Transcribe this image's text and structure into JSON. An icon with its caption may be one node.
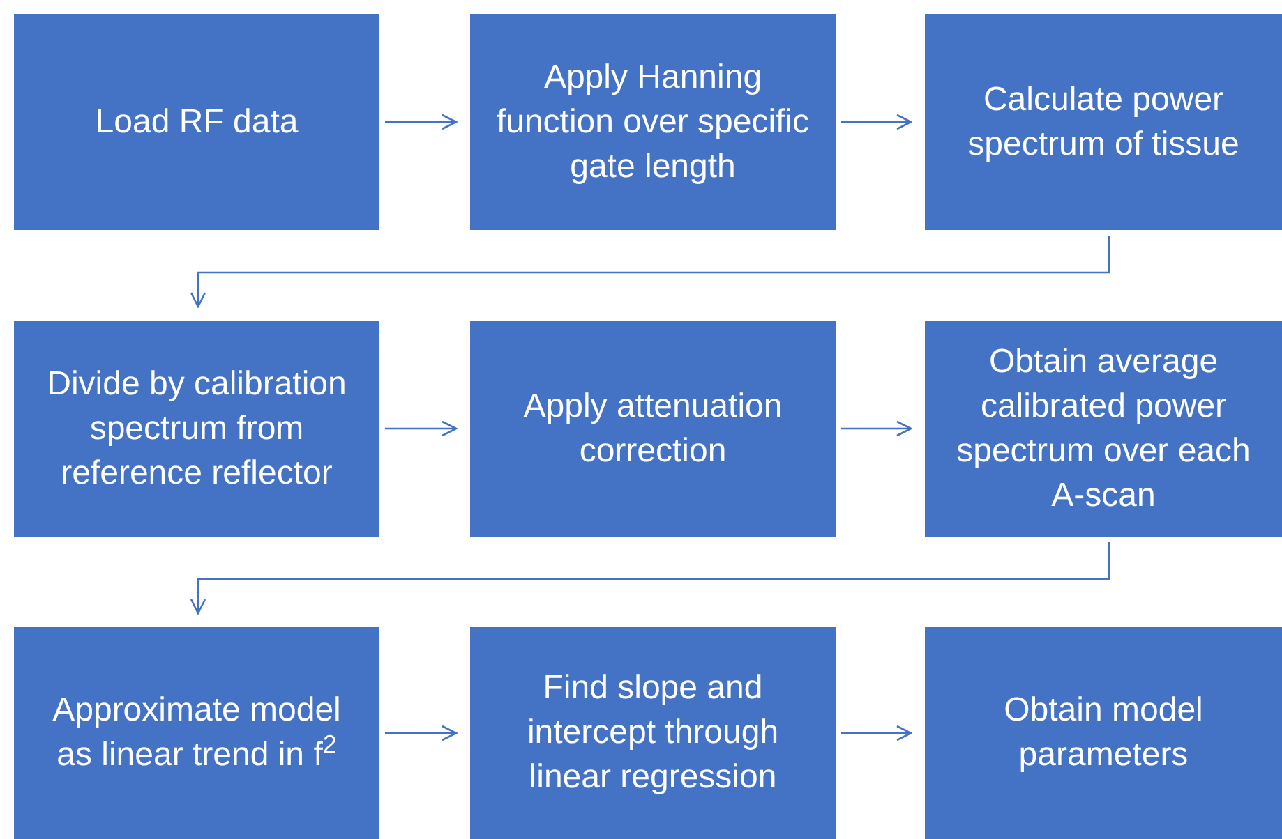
{
  "diagram": {
    "nodes": [
      {
        "text": [
          "Load RF data"
        ]
      },
      {
        "text": [
          "Apply Hanning function over specific gate length"
        ]
      },
      {
        "text": [
          "Calculate power spectrum of tissue"
        ]
      },
      {
        "text": [
          "Divide by calibration spectrum from reference reflector"
        ]
      },
      {
        "text": [
          "Apply attenuation correction"
        ]
      },
      {
        "text": [
          "Obtain average calibrated power spectrum over each A-scan"
        ]
      },
      {
        "text": [
          "Approximate model as linear trend in f$^{2}$"
        ]
      },
      {
        "text": [
          "Find slope and intercept through linear regression"
        ]
      },
      {
        "text": [
          "Obtain model parameters"
        ]
      }
    ],
    "edges": [
      {
        "from": 0,
        "to": 1,
        "arrow": "to"
      },
      {
        "from": 1,
        "to": 2,
        "arrow": "to"
      },
      {
        "from": 2,
        "to": 3,
        "arrow": "to"
      },
      {
        "from": 3,
        "to": 4,
        "arrow": "to"
      },
      {
        "from": 4,
        "to": 5,
        "arrow": "to"
      },
      {
        "from": 5,
        "to": 6,
        "arrow": "to"
      },
      {
        "from": 6,
        "to": 7,
        "arrow": "to"
      },
      {
        "from": 7,
        "to": 8,
        "arrow": "to"
      }
    ]
  }
}
